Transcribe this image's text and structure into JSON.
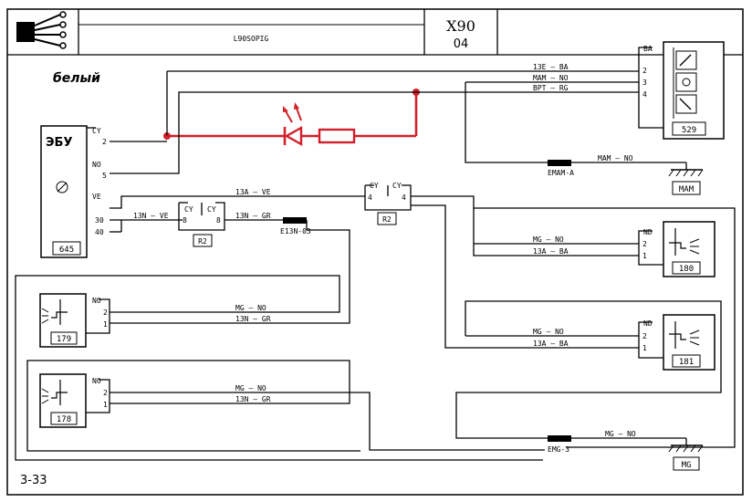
{
  "header": {
    "code": "L90SOPIG",
    "model": "X90",
    "revision": "04"
  },
  "page_ref": "3-33",
  "annotation": "белый",
  "ecu": {
    "label": "ЭБУ",
    "number": "645"
  },
  "ecu_pins": {
    "cy": "CY",
    "p2": "2",
    "no": "NO",
    "p5": "5",
    "ve": "VE",
    "p30": "30",
    "p40": "40"
  },
  "module_529": {
    "number": "529",
    "ba": "BA",
    "pins": [
      "2",
      "3",
      "4"
    ]
  },
  "wires_top": {
    "w1": "13E – BA",
    "w2": "MAM – NO",
    "w3": "BPT – RG"
  },
  "splice_emam": {
    "label": "EMAM-A",
    "wire": "MAM – NO",
    "ground": "MAM"
  },
  "relay_r2_left": {
    "cy1": "CY",
    "cy2": "CY",
    "p1": "8",
    "p2": "8",
    "label": "R2"
  },
  "relay_r2_right": {
    "cy1": "CY",
    "cy2": "CY",
    "p1": "4",
    "p2": "4",
    "label": "R2"
  },
  "wires_mid": {
    "w13a_ve": "13A – VE",
    "w13n_ve": "13N – VE",
    "w13n_gr": "13N – GR",
    "splice_e13n": "E13N-03"
  },
  "comp_180": {
    "number": "180",
    "nd": "ND",
    "p2": "2",
    "p1": "1",
    "w_mg": "MG – NO",
    "w_13a": "13A – BA"
  },
  "comp_181": {
    "number": "181",
    "nd": "ND",
    "p2": "2",
    "p1": "1",
    "w_mg": "MG – NO",
    "w_13a": "13A – BA"
  },
  "comp_179": {
    "number": "179",
    "no": "NO",
    "p2": "2",
    "p1": "1",
    "w_mg": "MG – NO",
    "w_13n": "13N – GR"
  },
  "comp_178": {
    "number": "178",
    "no": "NO",
    "p2": "2",
    "p1": "1",
    "w_mg": "MG – NO",
    "w_13n": "13N – GR"
  },
  "splice_emg": {
    "label": "EMG-3",
    "wire": "MG – NO",
    "ground": "MG"
  }
}
